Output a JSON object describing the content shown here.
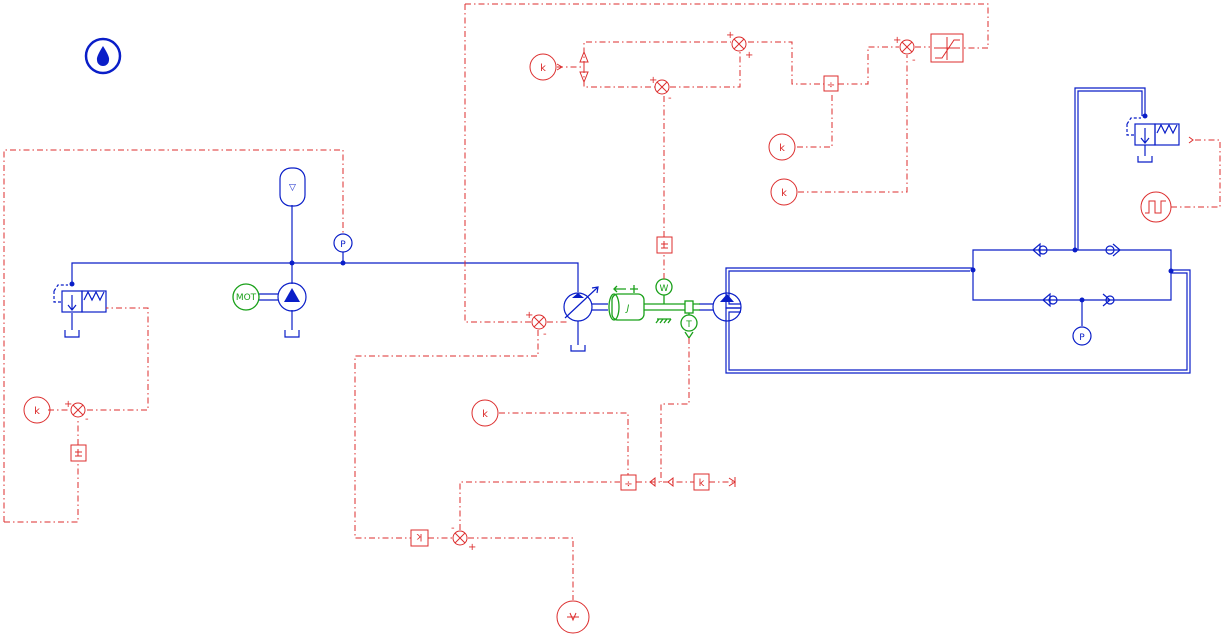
{
  "colors": {
    "hydraulic": "#0a1ec8",
    "signal": "#dc2d2d",
    "mechanical": "#19a019",
    "background": "#ffffff"
  },
  "icons": {
    "fluid": "water-drop-icon"
  },
  "labels": {
    "motor": "MOT",
    "inertia": "J",
    "speed_sensor": "W",
    "torque_sensor": "T",
    "pressure_sensor": "P",
    "pressure_sensor_small": "P",
    "gain": "k",
    "gain_block": "k",
    "tank": "▽",
    "plus": "+",
    "minus": "-",
    "divide": "÷"
  }
}
